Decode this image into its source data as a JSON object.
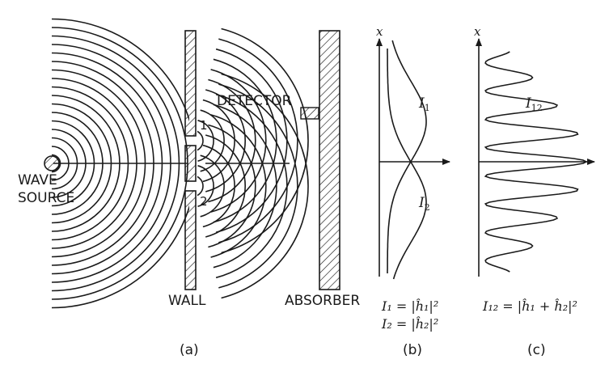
{
  "labels": {
    "wave": "WAVE",
    "source": "SOURCE",
    "wall": "WALL",
    "detector": "DETECTOR",
    "absorber": "ABSORBER",
    "slit1": "1",
    "slit2": "2"
  },
  "panel_b": {
    "axis": "x",
    "curve1": "I",
    "curve1_sub": "1",
    "curve2": "I",
    "curve2_sub": "2",
    "formula1": "I₁ = |ĥ₁|²",
    "formula2": "I₂ = |ĥ₂|²"
  },
  "panel_c": {
    "axis": "x",
    "curve": "I",
    "curve_sub": "12",
    "formula": "I₁₂ = |ĥ₁ + ĥ₂|²"
  },
  "captions": {
    "a": "(a)",
    "b": "(b)",
    "c": "(c)"
  },
  "colors": {
    "ink": "#1a1a1a",
    "hatch_fill": "#bdbdbd"
  }
}
